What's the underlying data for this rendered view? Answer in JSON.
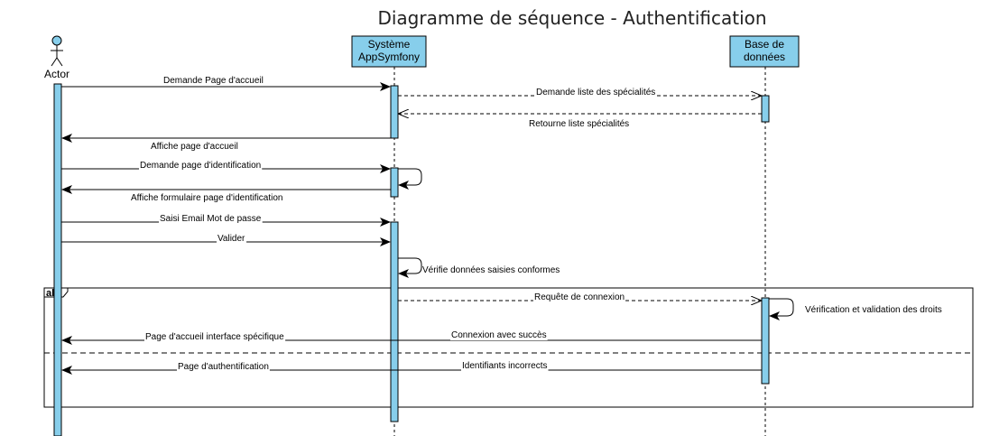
{
  "title": "Diagramme de séquence - Authentification",
  "colors": {
    "participant_fill": "#87CEEB",
    "activation_fill": "#87CEEB",
    "line": "#000000"
  },
  "participants": {
    "actor": "Actor",
    "system_line1": "Système",
    "system_line2": "AppSymfony",
    "db_line1": "Base de",
    "db_line2": "données"
  },
  "messages": [
    "Demande Page d'accueil",
    "Demande liste des spécialités",
    "Retourne liste spécialités",
    "Affiche page d'accueil",
    "Demande page d'identification",
    "Affiche formulaire page d'identification",
    "Saisi Email Mot de passe",
    "Valider",
    "Vérifie données saisies conformes",
    "Requête de connexion",
    "Vérification et validation des droits",
    "Connexion avec succès",
    "Page d'accueil interface spécifique",
    "Identifiants incorrects",
    "Page d'authentification"
  ],
  "fragment": {
    "operator": "alt"
  }
}
